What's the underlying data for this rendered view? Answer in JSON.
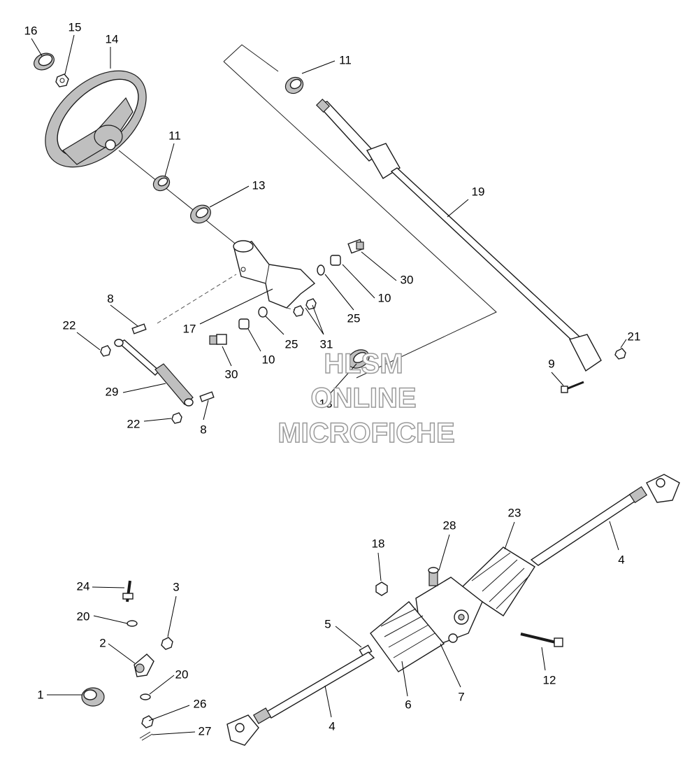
{
  "watermark": {
    "line1": "HLSM",
    "line2": "ONLINE",
    "line3": "MICROFICHE"
  },
  "callouts": [
    {
      "id": "c16a",
      "label": "16"
    },
    {
      "id": "c15",
      "label": "15"
    },
    {
      "id": "c14",
      "label": "14"
    },
    {
      "id": "c11a",
      "label": "11"
    },
    {
      "id": "c11b",
      "label": "11"
    },
    {
      "id": "c13a",
      "label": "13"
    },
    {
      "id": "c19",
      "label": "19"
    },
    {
      "id": "c30a",
      "label": "30"
    },
    {
      "id": "c10a",
      "label": "10"
    },
    {
      "id": "c25a",
      "label": "25"
    },
    {
      "id": "c8a",
      "label": "8"
    },
    {
      "id": "c22a",
      "label": "22"
    },
    {
      "id": "c17",
      "label": "17"
    },
    {
      "id": "c25b",
      "label": "25"
    },
    {
      "id": "c31",
      "label": "31"
    },
    {
      "id": "c21",
      "label": "21"
    },
    {
      "id": "c30b",
      "label": "30"
    },
    {
      "id": "c10b",
      "label": "10"
    },
    {
      "id": "c9",
      "label": "9"
    },
    {
      "id": "c29",
      "label": "29"
    },
    {
      "id": "c13b",
      "label": "13"
    },
    {
      "id": "c22b",
      "label": "22"
    },
    {
      "id": "c8b",
      "label": "8"
    },
    {
      "id": "c28",
      "label": "28"
    },
    {
      "id": "c23",
      "label": "23"
    },
    {
      "id": "c18",
      "label": "18"
    },
    {
      "id": "c4a",
      "label": "4"
    },
    {
      "id": "c3",
      "label": "3"
    },
    {
      "id": "c24",
      "label": "24"
    },
    {
      "id": "c20a",
      "label": "20"
    },
    {
      "id": "c5",
      "label": "5"
    },
    {
      "id": "c2",
      "label": "2"
    },
    {
      "id": "c12",
      "label": "12"
    },
    {
      "id": "c20b",
      "label": "20"
    },
    {
      "id": "c7",
      "label": "7"
    },
    {
      "id": "c1",
      "label": "1"
    },
    {
      "id": "c6",
      "label": "6"
    },
    {
      "id": "c26",
      "label": "26"
    },
    {
      "id": "c4b",
      "label": "4"
    },
    {
      "id": "c27",
      "label": "27"
    }
  ]
}
